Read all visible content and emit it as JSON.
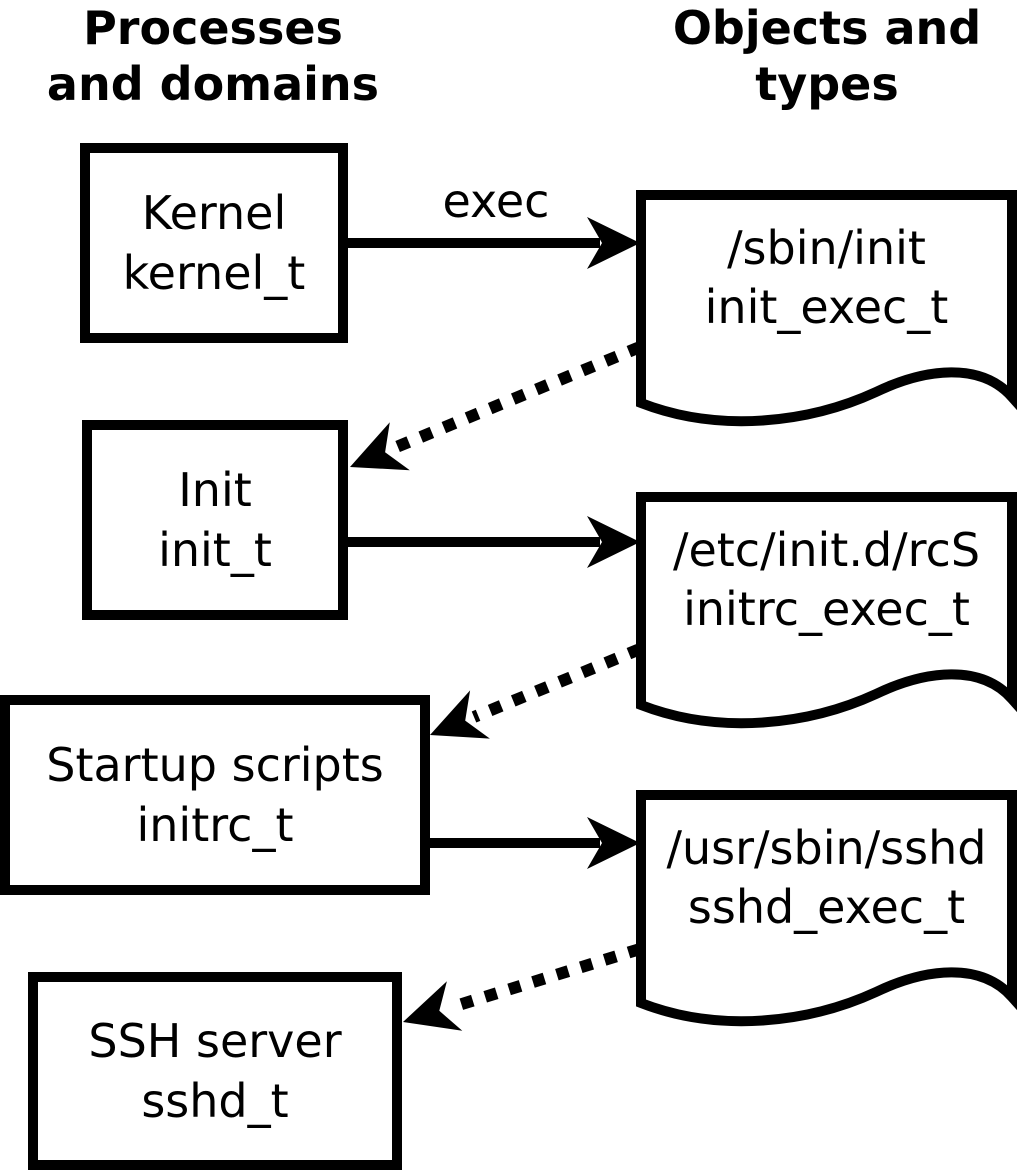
{
  "headings": {
    "left": {
      "line1": "Processes",
      "line2": "and domains"
    },
    "right": {
      "line1": "Objects and",
      "line2": "types"
    }
  },
  "edge_label": "exec",
  "process_nodes": [
    {
      "name": "Kernel",
      "domain": "kernel_t"
    },
    {
      "name": "Init",
      "domain": "init_t"
    },
    {
      "name": "Startup scripts",
      "domain": "initrc_t"
    },
    {
      "name": "SSH server",
      "domain": "sshd_t"
    }
  ],
  "object_nodes": [
    {
      "path": "/sbin/init",
      "type": "init_exec_t"
    },
    {
      "path": "/etc/init.d/rcS",
      "type": "initrc_exec_t"
    },
    {
      "path": "/usr/sbin/sshd",
      "type": "sshd_exec_t"
    }
  ],
  "colors": {
    "foreground": "#000000",
    "background": "#ffffff"
  }
}
